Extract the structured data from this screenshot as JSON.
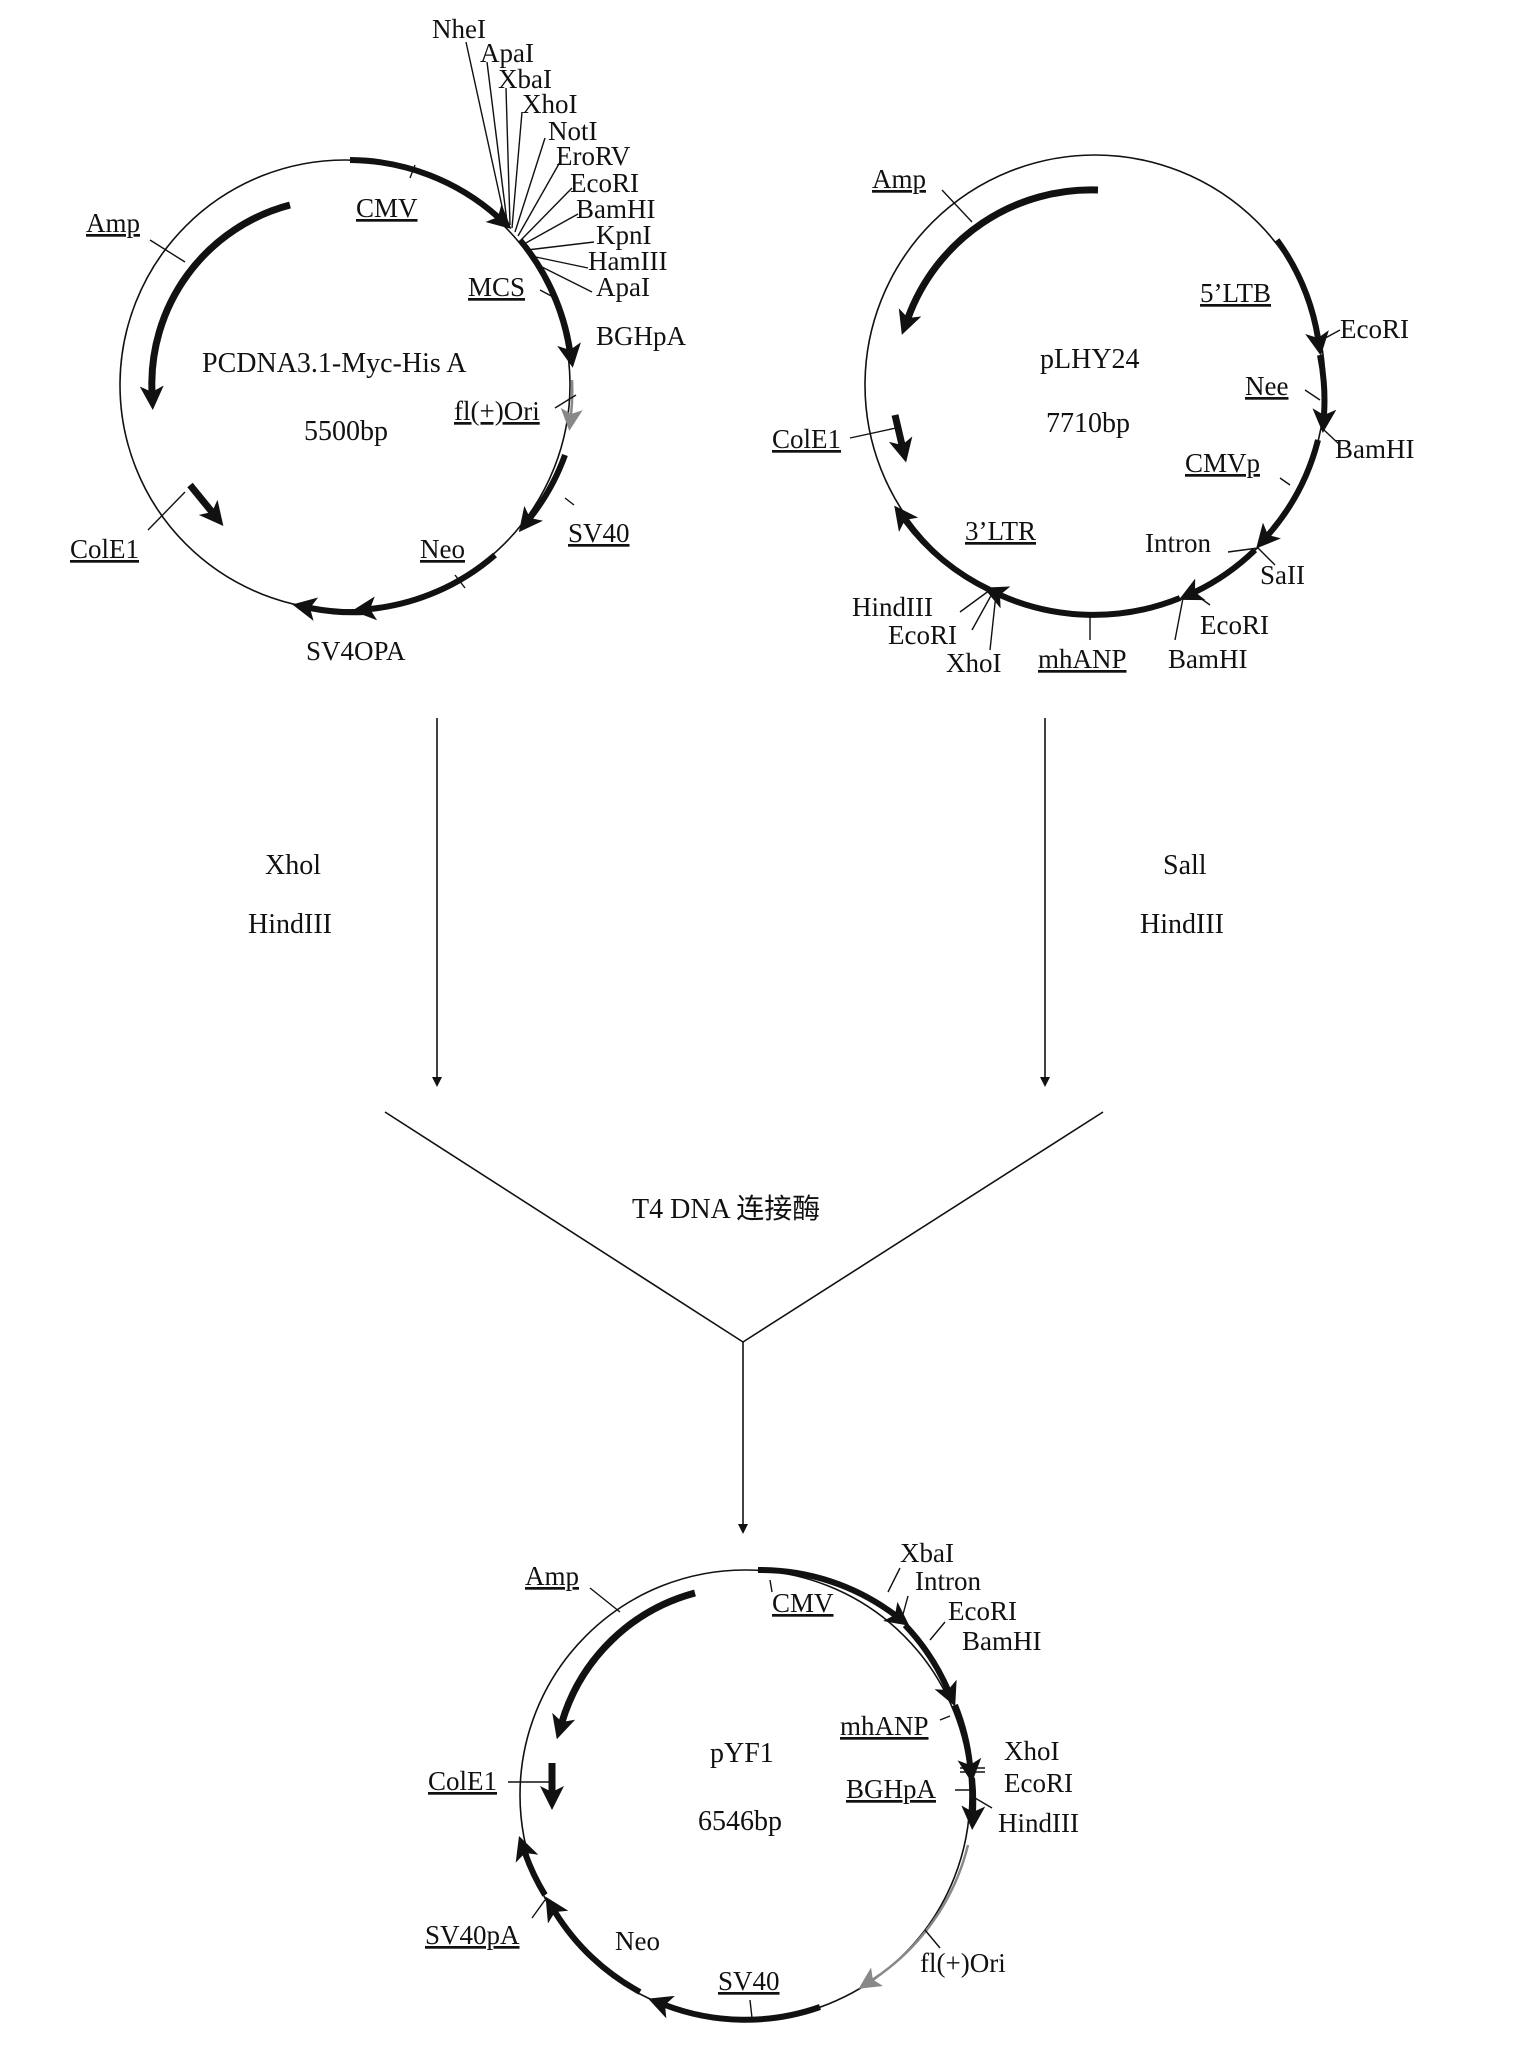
{
  "plasmids": {
    "p1": {
      "name": "PCDNA3.1-Myc-His A",
      "size": "5500bp",
      "features": {
        "amp": "Amp",
        "cmv": "CMV",
        "mcs": "MCS",
        "colE1": "ColE1",
        "neo": "Neo",
        "sv40": "SV40",
        "sv40pa": "SV4OPA",
        "f1ori": "fl(+)Ori",
        "bghpa": "BGHpA"
      },
      "sites": [
        "NheI",
        "ApaI",
        "XbaI",
        "XhoI",
        "NotI",
        "EroRV",
        "EcoRI",
        "BamHI",
        "KpnI",
        "HamIII",
        "ApaI"
      ]
    },
    "p2": {
      "name": "pLHY24",
      "size": "7710bp",
      "features": {
        "amp": "Amp",
        "ltr5": "5’LTB",
        "nee": "Nee",
        "cmvp": "CMVp",
        "colE1": "ColE1",
        "ltr3": "3’LTR",
        "mhanp": "mhANP",
        "intron": "Intron"
      },
      "sites": {
        "ecori1": "EcoRI",
        "bamhi1": "BamHI",
        "sali": "SaII",
        "ecori2": "EcoRI",
        "bamhi2": "BamHI",
        "hindiii": "HindIII",
        "ecori3": "EcoRI",
        "xhoi": "XhoI"
      }
    },
    "p3": {
      "name": "pYF1",
      "size": "6546bp",
      "features": {
        "amp": "Amp",
        "cmv": "CMV",
        "colE1": "ColE1",
        "mhanp": "mhANP",
        "bghpa": "BGHpA",
        "sv40pa": "SV40pA",
        "neo": "Neo",
        "sv40": "SV40",
        "f1ori": "fl(+)Ori",
        "intron": "Intron"
      },
      "sites": {
        "xbai": "XbaI",
        "ecori1": "EcoRI",
        "bamhi": "BamHI",
        "xhoi": "XhoI",
        "ecori2": "EcoRI",
        "hindiii": "HindIII"
      }
    }
  },
  "steps": {
    "left_enzyme1": "Xhol",
    "left_enzyme2": "HindIII",
    "right_enzyme1": "Sall",
    "right_enzyme2": "HindIII",
    "ligase": "T4 DNA 连接酶"
  }
}
